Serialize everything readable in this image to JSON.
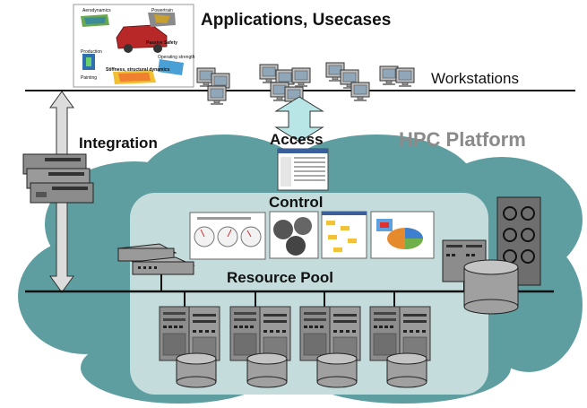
{
  "labels": {
    "applications": "Applications, Usecases",
    "workstations": "Workstations",
    "integration": "Integration",
    "access": "Access",
    "hpc_platform": "HPC Platform",
    "control": "Control",
    "resource_pool": "Resource Pool"
  },
  "usecases": {
    "aerodynamics": "Aerodynamics",
    "powertrain": "Powertrain",
    "passive_safety": "Passive Safety",
    "production": "Production",
    "operating_strength": "Operating strength",
    "stiffness": "Stiffness, structural dynamics",
    "painting": "Painting"
  },
  "colors": {
    "cloud": "#5f9ea0",
    "pool_panel": "#c4dcdc",
    "line": "#111111",
    "arrow": "#dcdcdc",
    "access_arrow": "#b8e6e6",
    "hpc_text": "#8a8a8a"
  }
}
